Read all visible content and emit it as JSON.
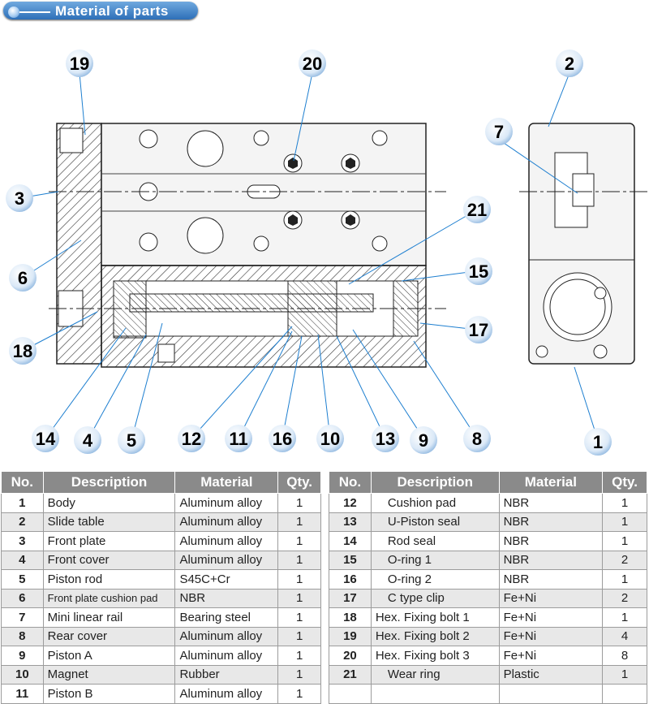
{
  "header": {
    "title": "Material of parts"
  },
  "callouts": [
    "19",
    "20",
    "2",
    "7",
    "3",
    "21",
    "6",
    "15",
    "18",
    "17",
    "14",
    "4",
    "5",
    "12",
    "11",
    "16",
    "10",
    "13",
    "9",
    "8",
    "1"
  ],
  "table_headers": {
    "no": "No.",
    "description": "Description",
    "material": "Material",
    "qty": "Qty."
  },
  "left_rows": [
    {
      "no": "1",
      "description": "Body",
      "material": "Aluminum alloy",
      "qty": "1"
    },
    {
      "no": "2",
      "description": "Slide table",
      "material": "Aluminum alloy",
      "qty": "1"
    },
    {
      "no": "3",
      "description": "Front plate",
      "material": "Aluminum alloy",
      "qty": "1"
    },
    {
      "no": "4",
      "description": "Front cover",
      "material": "Aluminum alloy",
      "qty": "1"
    },
    {
      "no": "5",
      "description": "Piston rod",
      "material": "S45C+Cr",
      "qty": "1"
    },
    {
      "no": "6",
      "description": "Front plate cushion pad",
      "material": "NBR",
      "qty": "1"
    },
    {
      "no": "7",
      "description": "Mini linear rail",
      "material": "Bearing steel",
      "qty": "1"
    },
    {
      "no": "8",
      "description": "Rear cover",
      "material": "Aluminum alloy",
      "qty": "1"
    },
    {
      "no": "9",
      "description": "Piston A",
      "material": "Aluminum alloy",
      "qty": "1"
    },
    {
      "no": "10",
      "description": "Magnet",
      "material": "Rubber",
      "qty": "1"
    },
    {
      "no": "11",
      "description": "Piston B",
      "material": "Aluminum alloy",
      "qty": "1"
    }
  ],
  "right_rows": [
    {
      "no": "12",
      "description": "Cushion pad",
      "material": "NBR",
      "qty": "1"
    },
    {
      "no": "13",
      "description": "U-Piston seal",
      "material": "NBR",
      "qty": "1"
    },
    {
      "no": "14",
      "description": "Rod seal",
      "material": "NBR",
      "qty": "1"
    },
    {
      "no": "15",
      "description": "O-ring 1",
      "material": "NBR",
      "qty": "2"
    },
    {
      "no": "16",
      "description": "O-ring 2",
      "material": "NBR",
      "qty": "1"
    },
    {
      "no": "17",
      "description": "C type clip",
      "material": "Fe+Ni",
      "qty": "2"
    },
    {
      "no": "18",
      "description": "Hex. Fixing bolt  1",
      "material": "Fe+Ni",
      "qty": "1"
    },
    {
      "no": "19",
      "description": "Hex. Fixing bolt  2",
      "material": "Fe+Ni",
      "qty": "4"
    },
    {
      "no": "20",
      "description": "Hex. Fixing bolt  3",
      "material": "Fe+Ni",
      "qty": "8"
    },
    {
      "no": "21",
      "description": "Wear ring",
      "material": "Plastic",
      "qty": "1"
    },
    {
      "no": "",
      "description": "",
      "material": "",
      "qty": ""
    }
  ]
}
